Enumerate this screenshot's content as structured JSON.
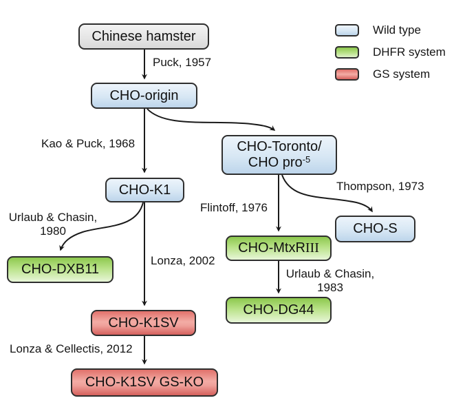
{
  "legend": {
    "items": [
      {
        "label": "Wild type",
        "color_key": "wild_type"
      },
      {
        "label": "DHFR system",
        "color_key": "dhfr_system"
      },
      {
        "label": "GS system",
        "color_key": "gs_system"
      }
    ]
  },
  "nodes": {
    "chinese_hamster": {
      "label": "Chinese hamster",
      "category": "origin"
    },
    "cho_origin": {
      "label": "CHO-origin",
      "category": "wild_type"
    },
    "cho_toronto": {
      "line1": "CHO-Toronto/",
      "line2": "CHO pro",
      "line2_sup": "-5",
      "category": "wild_type"
    },
    "cho_k1": {
      "label": "CHO-K1",
      "category": "wild_type"
    },
    "cho_s": {
      "label": "CHO-S",
      "category": "wild_type"
    },
    "cho_mtxriii": {
      "label_main": "CHO-MtxR",
      "label_suffix": "III",
      "category": "dhfr_system"
    },
    "cho_dxb11": {
      "label": "CHO-DXB11",
      "category": "dhfr_system"
    },
    "cho_dg44": {
      "label": "CHO-DG44",
      "category": "dhfr_system"
    },
    "cho_k1sv": {
      "label": "CHO-K1SV",
      "category": "gs_system"
    },
    "cho_k1sv_gs_ko": {
      "label": "CHO-K1SV GS-KO",
      "category": "gs_system"
    }
  },
  "edge_labels": {
    "puck_1957": "Puck, 1957",
    "kao_puck_1968": "Kao & Puck, 1968",
    "urlaub_chasin_1980_line1": "Urlaub & Chasin,",
    "urlaub_chasin_1980_line2": "1980",
    "lonza_2002": "Lonza, 2002",
    "lonza_cellectis_2012": "Lonza & Cellectis, 2012",
    "flintoff_1976": "Flintoff, 1976",
    "thompson_1973": "Thompson, 1973",
    "urlaub_chasin_1983_line1": "Urlaub & Chasin,",
    "urlaub_chasin_1983_line2": "1983"
  },
  "colors": {
    "wild_type_fill": "#bdd5eb",
    "dhfr_system_fill": "#8dc84e",
    "gs_system_fill": "#e1716b",
    "origin_fill": "#e7e7e7",
    "node_border": "#2e2e2e",
    "arrow": "#1a1a1a",
    "background": "#ffffff"
  }
}
